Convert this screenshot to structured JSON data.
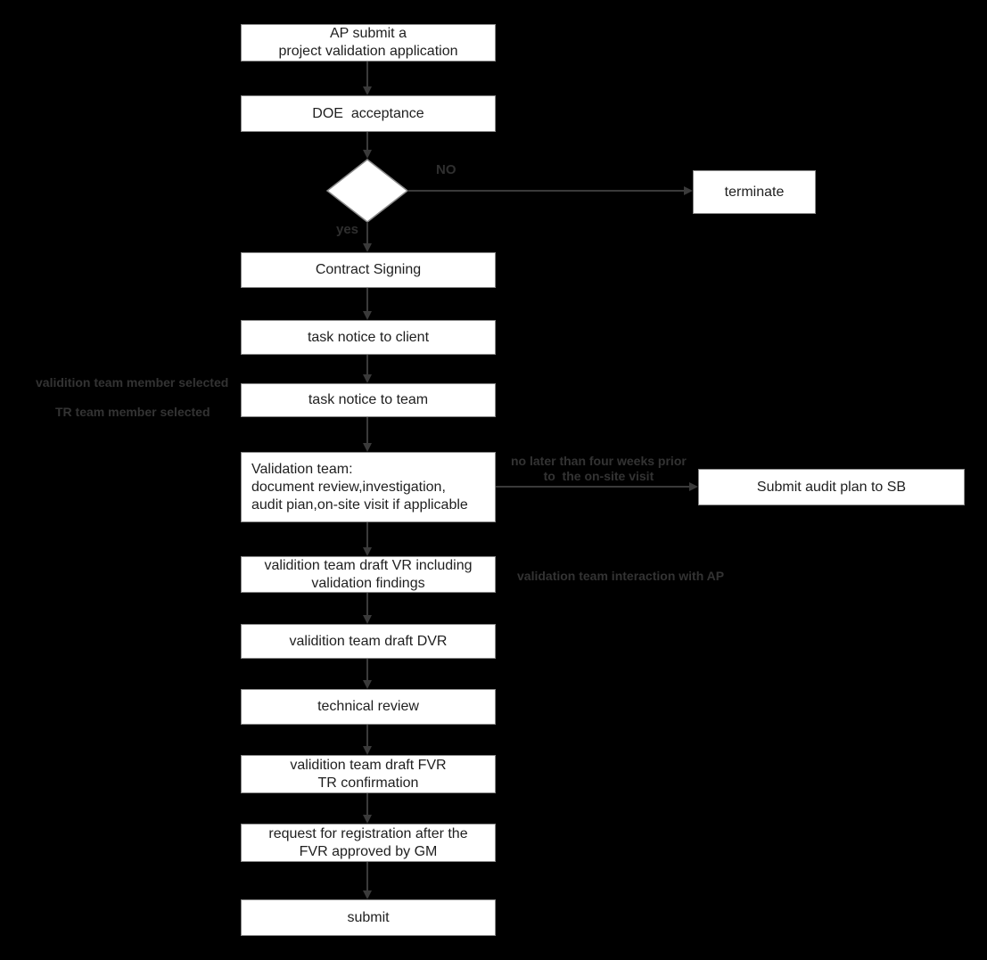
{
  "colors": {
    "background": "#000000",
    "node_fill": "#ffffff",
    "node_border": "#8a8a8a",
    "node_text": "#1f1f1f",
    "arrow": "#3a3a3a",
    "annotation_text": "#333333"
  },
  "nodes": {
    "ap_submit": "AP submit a\nproject validation application",
    "doe_acceptance": "DOE  acceptance",
    "terminate": "terminate",
    "contract_signing": "Contract Signing",
    "task_notice_client": "task notice to client",
    "task_notice_team": "task notice to team",
    "validation_team": "Validation team:\ndocument review,investigation,\naudit pian,on-site visit if applicable",
    "submit_audit_plan": "Submit audit plan to SB",
    "draft_vr": "validition team draft VR including\nvalidation findings",
    "draft_dvr": "validition team draft DVR",
    "technical_review": "technical review",
    "draft_fvr": "validition team draft FVR\nTR confirmation",
    "request_registration": "request for registration after the\nFVR approved by GM",
    "submit": "submit"
  },
  "annotations": {
    "no": "NO",
    "yes": "yes",
    "team_member_selected": "validition team member selected",
    "tr_member_selected": "TR team member selected",
    "four_weeks": "no later than four weeks prior\nto  the on-site visit",
    "interaction": "validation team interaction with AP"
  }
}
